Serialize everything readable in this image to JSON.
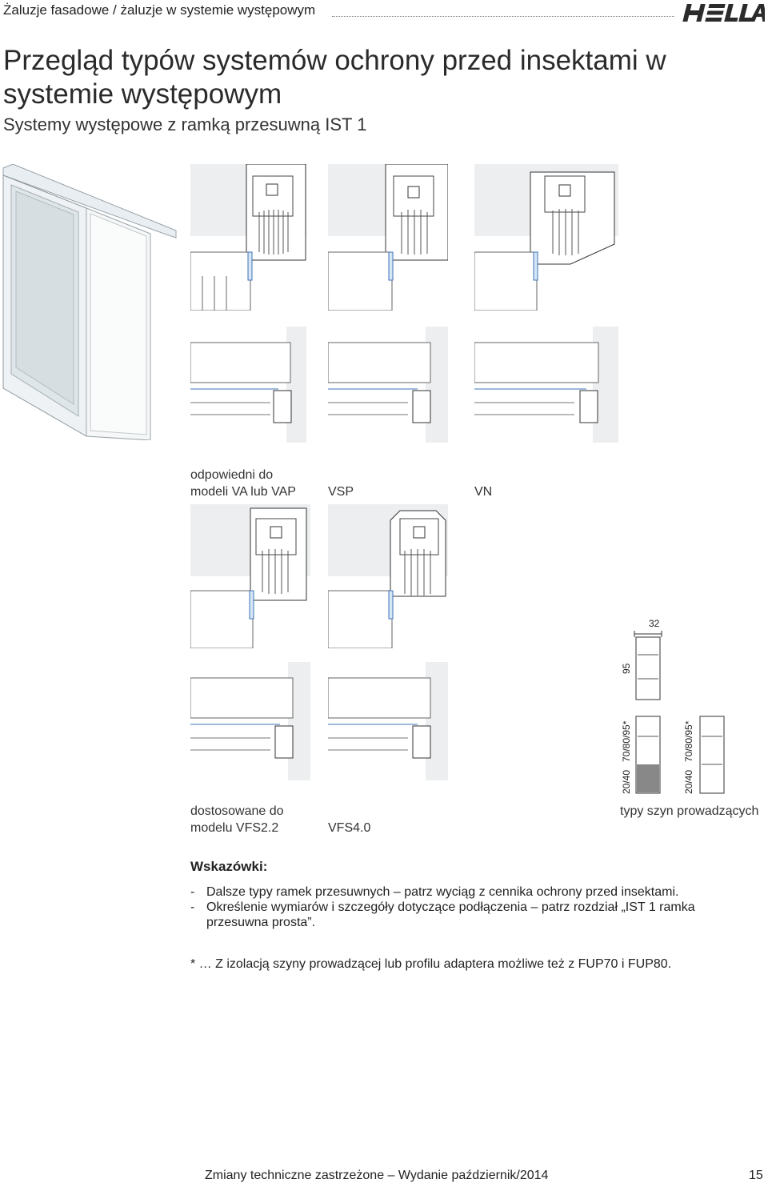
{
  "header": {
    "section": "Żaluzje fasadowe / żaluzje w systemie występowym",
    "brand": "HELLA"
  },
  "title": "Przegląd typów systemów ochrony przed insektami w systemie występowym",
  "subtitle": "Systemy występowe z ramką przesuwną IST 1",
  "captions": {
    "va_line1": "odpowiedni do",
    "va_line2": "modeli VA lub VAP",
    "vsp": "VSP",
    "vn": "VN",
    "vfs22_line1": "dostosowane do",
    "vfs22_line2": "modelu VFS2.2",
    "vfs40": "VFS4.0",
    "rails": "typy szyn prowadzących"
  },
  "dimensions": {
    "width": "32",
    "height": "95",
    "rail_a_small": "20/40",
    "rail_a_large": "70/80/95*",
    "rail_b_small": "20/40",
    "rail_b_large": "70/80/95*"
  },
  "notes": {
    "title": "Wskazówki:",
    "items": [
      "Dalsze typy ramek przesuwnych – patrz wyciąg z cennika ochrony przed insektami.",
      "Określenie wymiarów i szczegóły dotyczące podłączenia – patrz rozdział „IST 1 ramka przesuwna prosta”."
    ],
    "bullet": "-"
  },
  "footnote": "* … Z izolacją szyny prowadzącej lub profilu adaptera możliwe też z FUP70 i FUP80.",
  "footer": {
    "text": "Zmiany techniczne zastrzeżone – Wydanie październik/2014",
    "page": "15"
  }
}
